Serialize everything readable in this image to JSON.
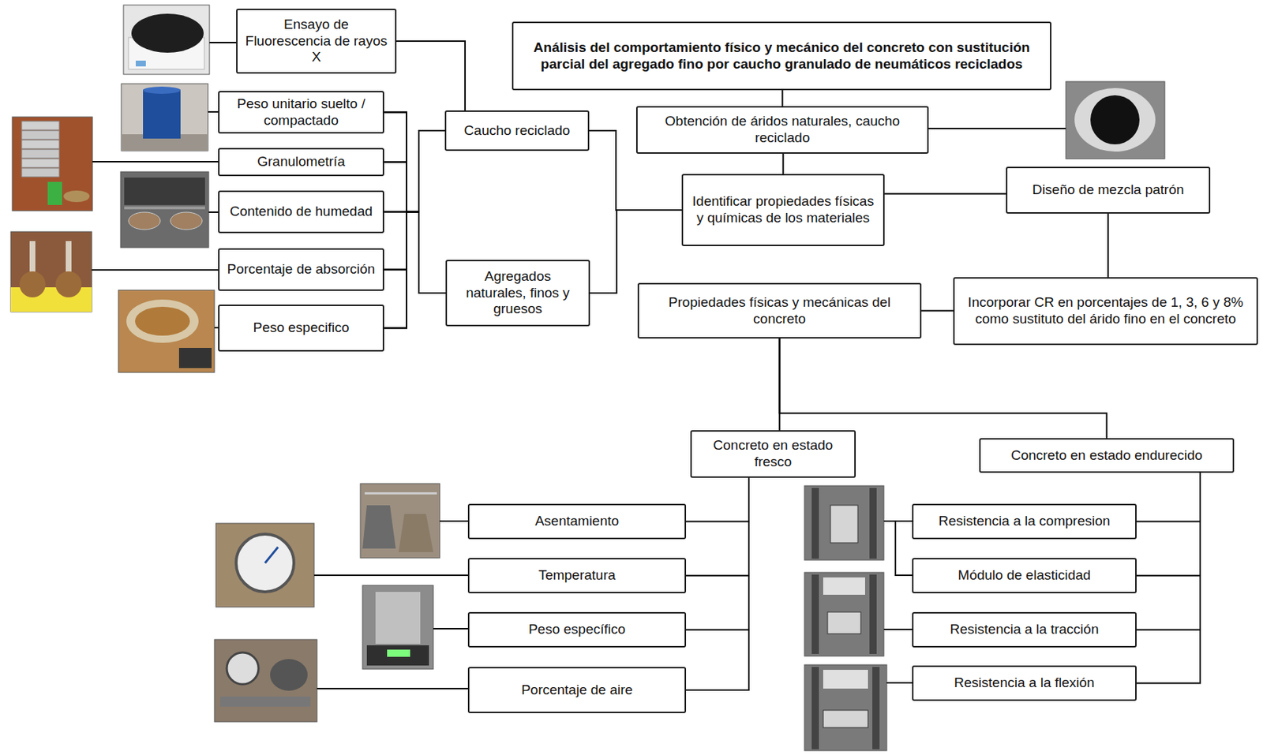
{
  "diagram": {
    "nodes": [
      {
        "text": [
          "Análisis del comportamiento físico y mecánico del concreto con sustitución parcial del agregado fino por caucho granulado de neumáticos reciclados"
        ]
      },
      {
        "text": [
          "Ensayo de Fluorescencia de rayos X"
        ]
      },
      {
        "text": [
          "Peso unitario suelto / compactado"
        ]
      },
      {
        "text": [
          "Granulometría"
        ]
      },
      {
        "text": [
          "Contenido de humedad"
        ]
      },
      {
        "text": [
          "Porcentaje de absorción"
        ]
      },
      {
        "text": [
          "Peso especifico"
        ]
      },
      {
        "text": [
          "Caucho reciclado"
        ]
      },
      {
        "text": [
          "Agregados naturales, finos y gruesos"
        ]
      },
      {
        "text": [
          "Obtención de áridos naturales, caucho reciclado"
        ]
      },
      {
        "text": [
          "Identificar propiedades físicas y químicas de los materiales"
        ]
      },
      {
        "text": [
          "Diseño de mezcla patrón"
        ]
      },
      {
        "text": [
          "Incorporar CR en porcentajes de 1, 3, 6 y 8% como sustituto del árido fino en el concreto"
        ]
      },
      {
        "text": [
          "Propiedades físicas y mecánicas del concreto"
        ]
      },
      {
        "text": [
          "Concreto en estado fresco"
        ]
      },
      {
        "text": [
          "Concreto en estado endurecido"
        ]
      },
      {
        "text": [
          "Asentamiento"
        ]
      },
      {
        "text": [
          "Temperatura"
        ]
      },
      {
        "text": [
          "Peso específico"
        ]
      },
      {
        "text": [
          "Porcentaje de aire"
        ]
      },
      {
        "text": [
          "Resistencia a la compresion"
        ]
      },
      {
        "text": [
          "Módulo de elasticidad"
        ]
      },
      {
        "text": [
          "Resistencia a la tracción"
        ]
      },
      {
        "text": [
          "Resistencia a la flexión"
        ]
      }
    ],
    "edges": [
      {
        "from": 0,
        "to": 9,
        "arrow": "none"
      },
      {
        "from": 9,
        "to": 10,
        "arrow": "none"
      },
      {
        "from": 10,
        "to": 11,
        "arrow": "none"
      },
      {
        "from": 11,
        "to": 12,
        "arrow": "none"
      },
      {
        "from": 12,
        "to": 13,
        "arrow": "none"
      },
      {
        "from": 13,
        "to": 14,
        "arrow": "none"
      },
      {
        "from": 13,
        "to": 15,
        "arrow": "none"
      },
      {
        "from": 1,
        "to": 7,
        "arrow": "none"
      },
      {
        "from": 2,
        "to": 7,
        "arrow": "none"
      },
      {
        "from": 2,
        "to": 8,
        "arrow": "none"
      },
      {
        "from": 3,
        "to": 7,
        "arrow": "none"
      },
      {
        "from": 3,
        "to": 8,
        "arrow": "none"
      },
      {
        "from": 4,
        "to": 7,
        "arrow": "none"
      },
      {
        "from": 4,
        "to": 8,
        "arrow": "none"
      },
      {
        "from": 5,
        "to": 7,
        "arrow": "none"
      },
      {
        "from": 5,
        "to": 8,
        "arrow": "none"
      },
      {
        "from": 6,
        "to": 7,
        "arrow": "none"
      },
      {
        "from": 6,
        "to": 8,
        "arrow": "none"
      },
      {
        "from": 7,
        "to": 10,
        "arrow": "none"
      },
      {
        "from": 8,
        "to": 10,
        "arrow": "none"
      },
      {
        "from": 14,
        "to": 16,
        "arrow": "none"
      },
      {
        "from": 14,
        "to": 17,
        "arrow": "none"
      },
      {
        "from": 14,
        "to": 18,
        "arrow": "none"
      },
      {
        "from": 14,
        "to": 19,
        "arrow": "none"
      },
      {
        "from": 15,
        "to": 20,
        "arrow": "none"
      },
      {
        "from": 15,
        "to": 21,
        "arrow": "none"
      },
      {
        "from": 15,
        "to": 22,
        "arrow": "none"
      },
      {
        "from": 15,
        "to": 23,
        "arrow": "none"
      }
    ]
  }
}
